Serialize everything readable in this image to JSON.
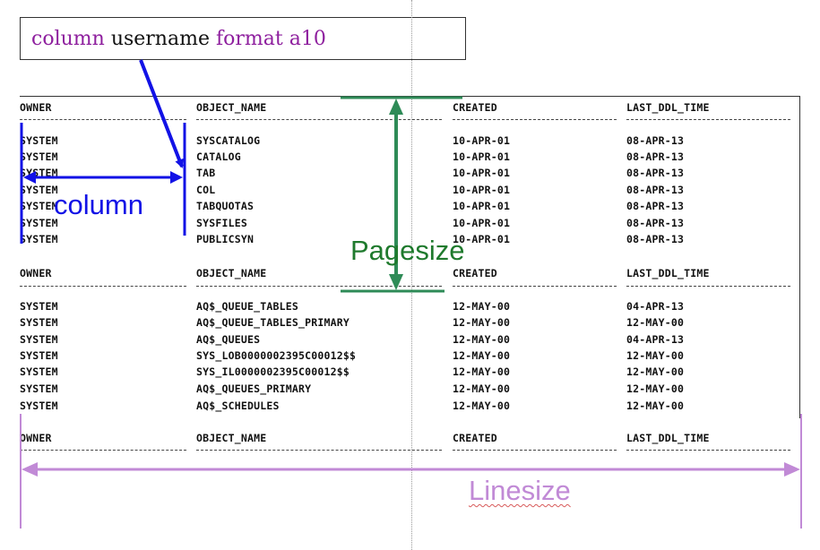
{
  "command": {
    "kw1": "column",
    "arg": "username",
    "kw2": "format",
    "val": "a10"
  },
  "columns": [
    "OWNER",
    "OBJECT_NAME",
    "CREATED",
    "LAST_DDL_TIME"
  ],
  "page1": [
    [
      "SYSTEM",
      "SYSCATALOG",
      "10-APR-01",
      "08-APR-13"
    ],
    [
      "SYSTEM",
      "CATALOG",
      "10-APR-01",
      "08-APR-13"
    ],
    [
      "SYSTEM",
      "TAB",
      "10-APR-01",
      "08-APR-13"
    ],
    [
      "SYSTEM",
      "COL",
      "10-APR-01",
      "08-APR-13"
    ],
    [
      "SYSTEM",
      "TABQUOTAS",
      "10-APR-01",
      "08-APR-13"
    ],
    [
      "SYSTEM",
      "SYSFILES",
      "10-APR-01",
      "08-APR-13"
    ],
    [
      "SYSTEM",
      "PUBLICSYN",
      "10-APR-01",
      "08-APR-13"
    ]
  ],
  "page2": [
    [
      "SYSTEM",
      "AQ$_QUEUE_TABLES",
      "12-MAY-00",
      "04-APR-13"
    ],
    [
      "SYSTEM",
      "AQ$_QUEUE_TABLES_PRIMARY",
      "12-MAY-00",
      "12-MAY-00"
    ],
    [
      "SYSTEM",
      "AQ$_QUEUES",
      "12-MAY-00",
      "04-APR-13"
    ],
    [
      "SYSTEM",
      "SYS_LOB0000002395C00012$$",
      "12-MAY-00",
      "12-MAY-00"
    ],
    [
      "SYSTEM",
      "SYS_IL0000002395C00012$$",
      "12-MAY-00",
      "12-MAY-00"
    ],
    [
      "SYSTEM",
      "AQ$_QUEUES_PRIMARY",
      "12-MAY-00",
      "12-MAY-00"
    ],
    [
      "SYSTEM",
      "AQ$_SCHEDULES",
      "12-MAY-00",
      "12-MAY-00"
    ]
  ],
  "annotations": {
    "column": "column",
    "pagesize": "Pagesize",
    "linesize": "Linesize"
  },
  "colors": {
    "keyword": "#8e1f9e",
    "column": "#1212e6",
    "pagesize": "#2e8b57",
    "linesize": "#c18ad6"
  }
}
